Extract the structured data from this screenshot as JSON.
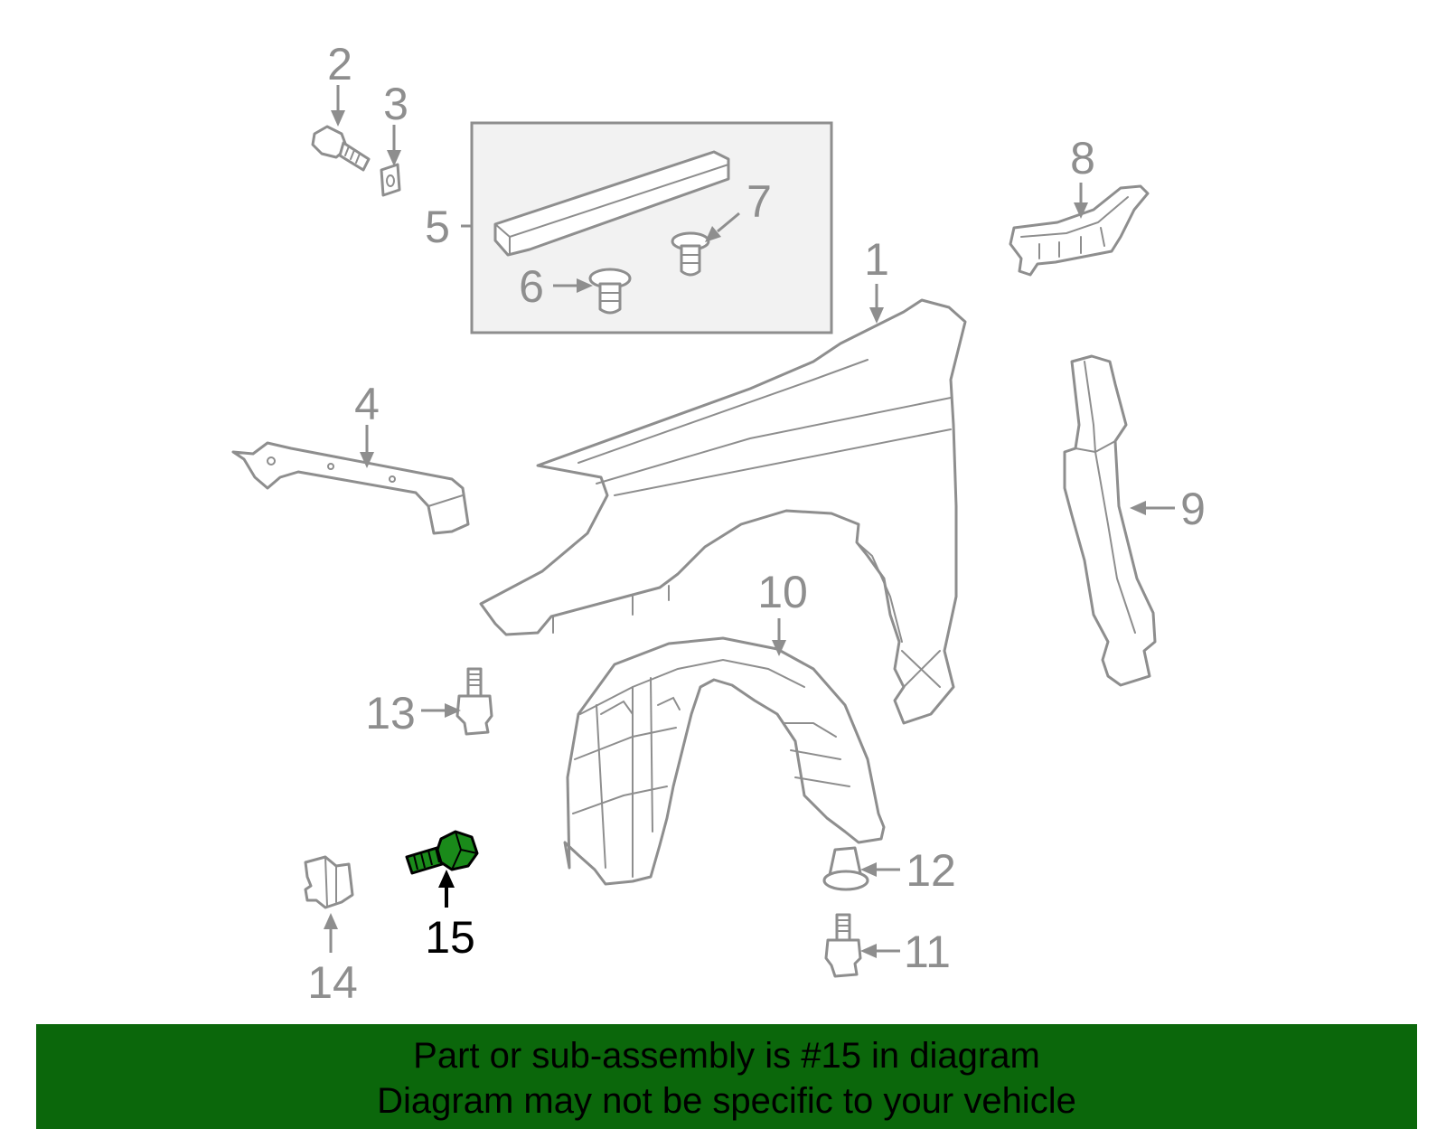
{
  "callouts": [
    "1",
    "2",
    "3",
    "4",
    "5",
    "6",
    "7",
    "8",
    "9",
    "10",
    "11",
    "12",
    "13",
    "14",
    "15"
  ],
  "highlighted_part": "15",
  "banner": {
    "line1": "Part or sub-assembly is #15 in diagram",
    "line2": "Diagram may not be specific to your vehicle"
  },
  "colors": {
    "banner_background": "#0b670b",
    "highlight_part": "#1a8a1a",
    "part_outline": "#8e8e8e",
    "kit_box": "#f2f2f2"
  }
}
